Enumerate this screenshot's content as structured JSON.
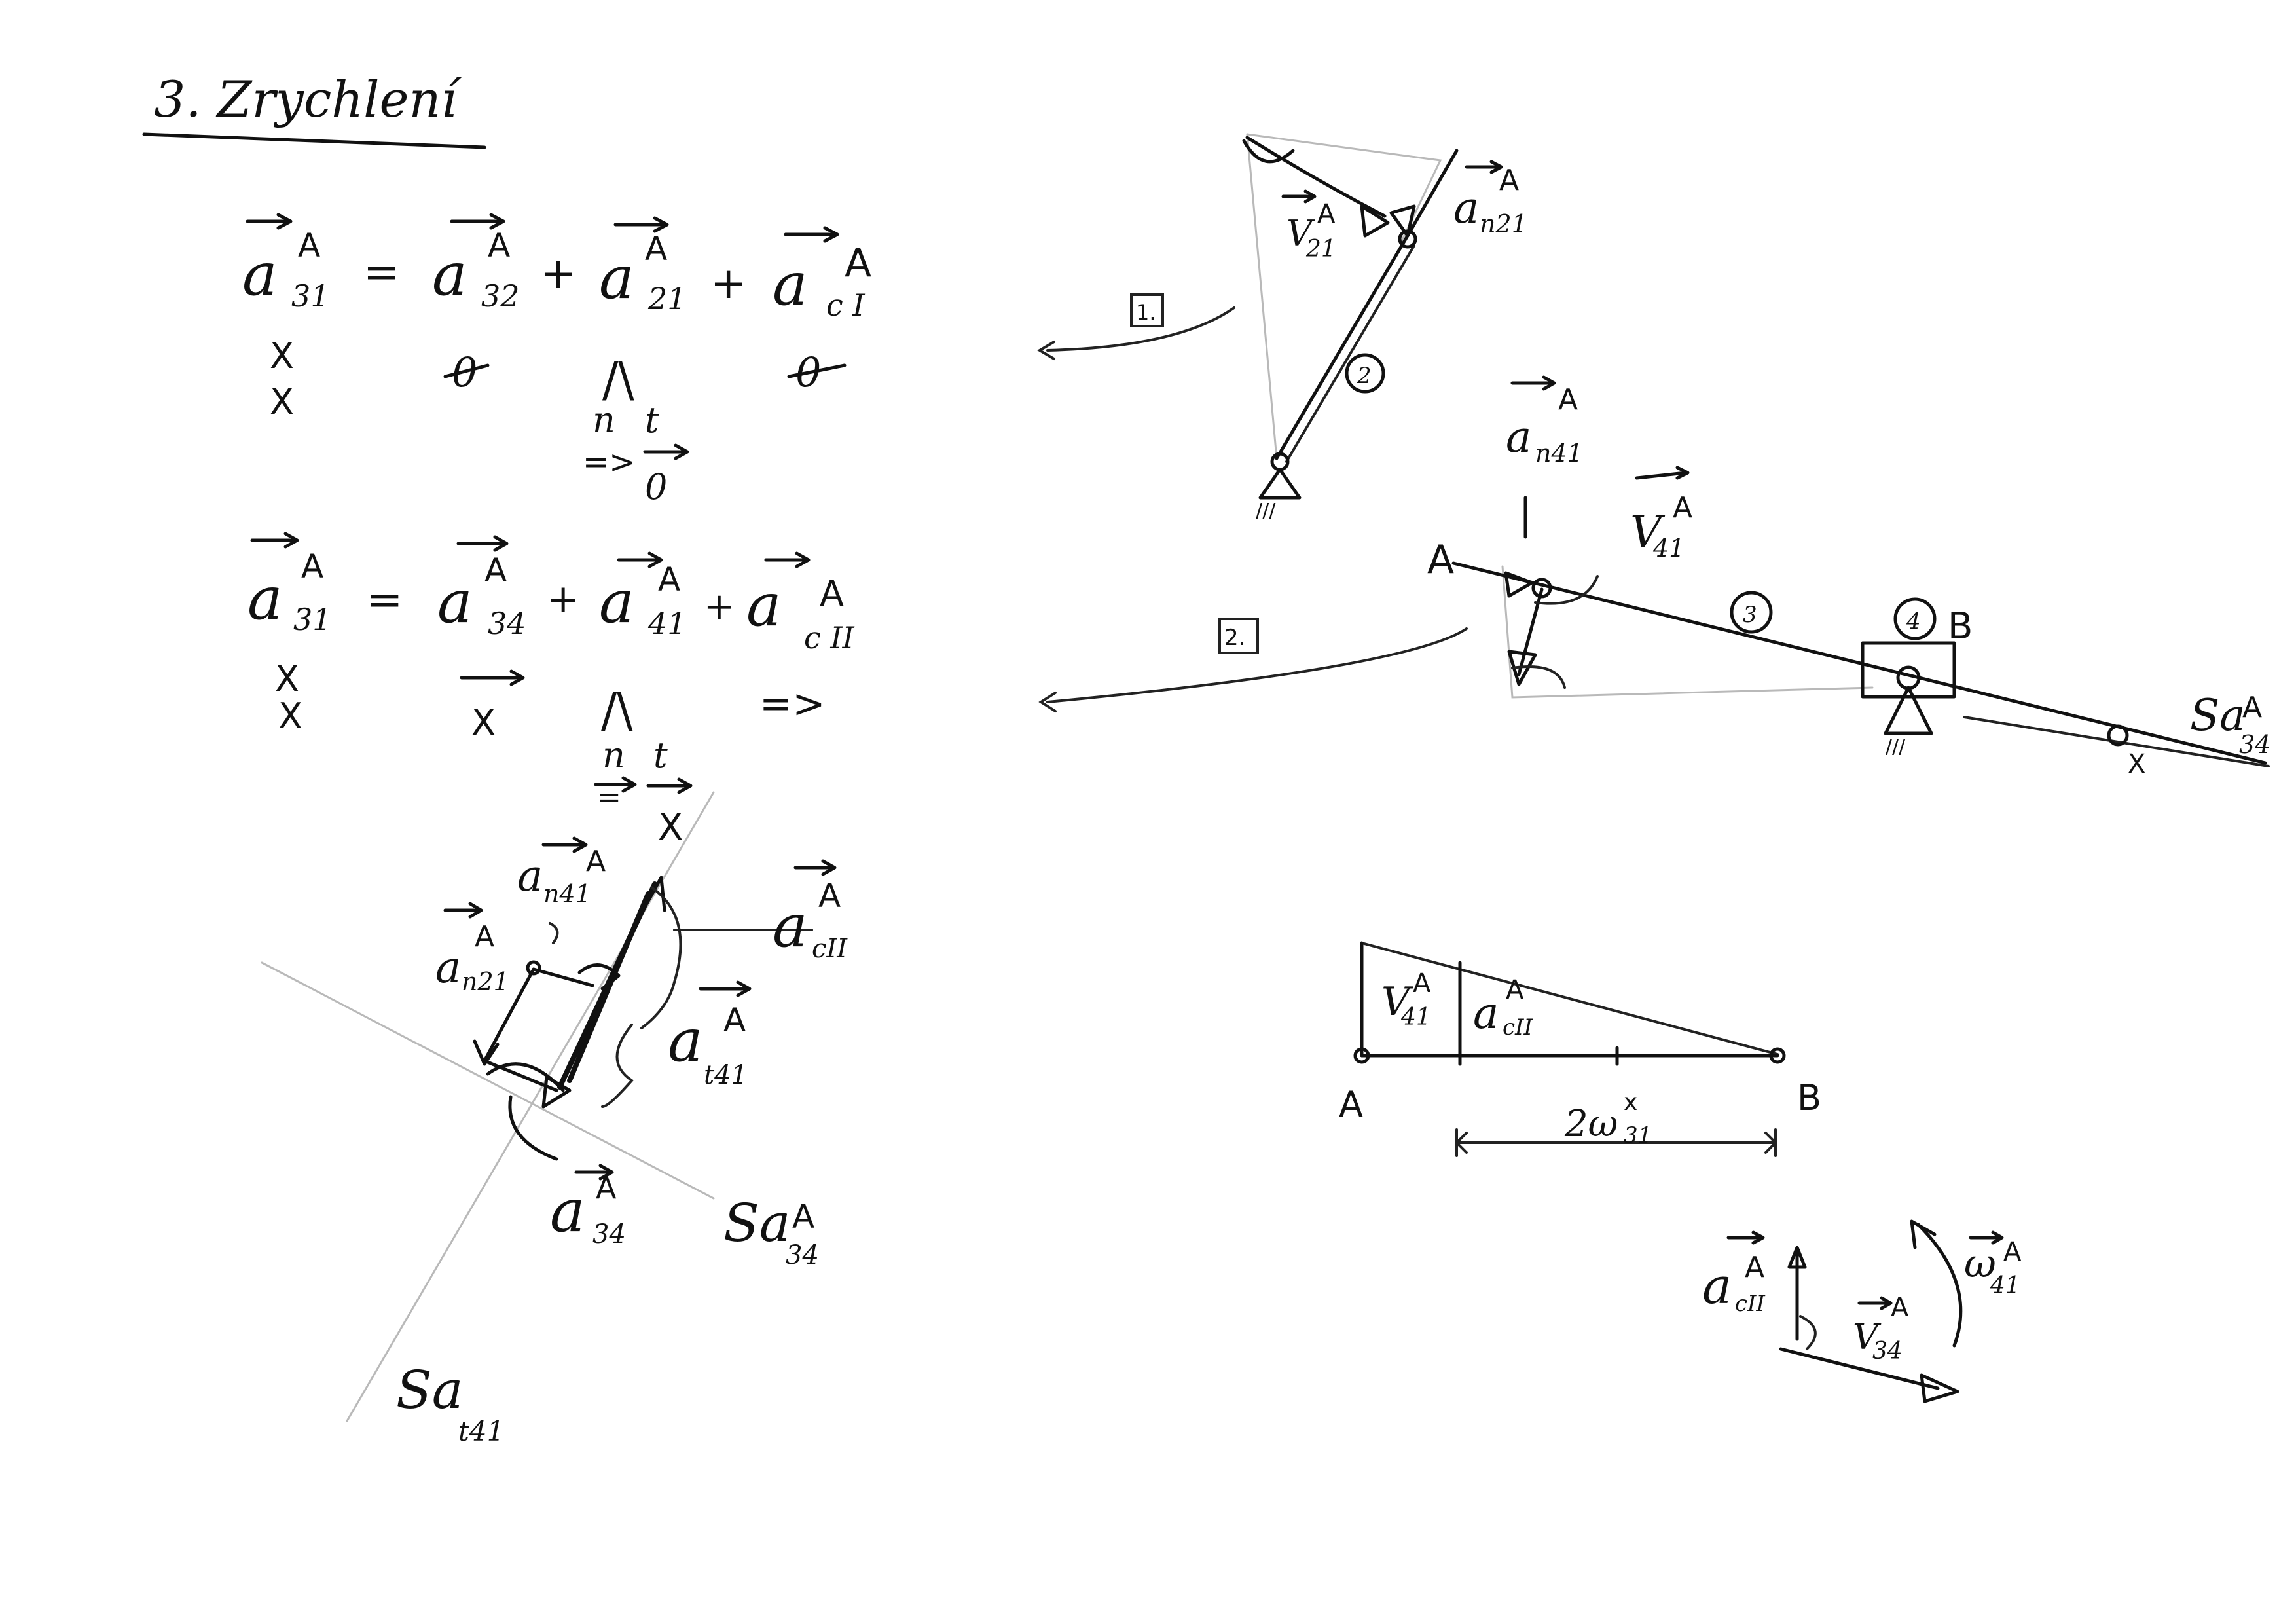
{
  "title": "3. Zrychlení",
  "eq1": {
    "lhs": {
      "base": "a",
      "sub": "31",
      "sup": "A"
    },
    "terms": [
      {
        "sign": "=",
        "base": "a",
        "sub": "32",
        "sup": "A"
      },
      {
        "sign": "+",
        "base": "a",
        "sub": "21",
        "sup": "A"
      },
      {
        "sign": "+",
        "base": "a",
        "sub": "c I",
        "sup": "A"
      }
    ],
    "row_mag": [
      "X",
      "0",
      "/\\",
      "0"
    ],
    "row_dir": [
      "X"
    ],
    "nt_labels": [
      "n",
      "t"
    ],
    "nt_marks": [
      "=>",
      "0"
    ]
  },
  "eq2": {
    "lhs": {
      "base": "a",
      "sub": "31",
      "sup": "A"
    },
    "terms": [
      {
        "sign": "=",
        "base": "a",
        "sub": "34",
        "sup": "A"
      },
      {
        "sign": "+",
        "base": "a",
        "sub": "41",
        "sup": "A"
      },
      {
        "sign": "+",
        "base": "a",
        "sub": "c II",
        "sup": "A"
      }
    ],
    "row_mag": [
      "X",
      "/\\",
      "=>"
    ],
    "row_dir": [
      "X",
      "X"
    ],
    "nt_labels": [
      "n",
      "t"
    ],
    "nt_marks": [
      "=",
      "X"
    ]
  },
  "polygon_labels": {
    "an41": {
      "base": "a",
      "sub": "n41",
      "sup": "A"
    },
    "an21": {
      "base": "a",
      "sub": "n21",
      "sup": "A"
    },
    "acII": {
      "base": "a",
      "sub": "cII",
      "sup": "A"
    },
    "at41": {
      "base": "a",
      "sub": "t41",
      "sup": "A"
    },
    "a34": {
      "base": "a",
      "sub": "34",
      "sup": "A"
    },
    "s_a34": {
      "base": "Sa",
      "sub": "34",
      "sup": "A"
    },
    "s_at41": {
      "base": "Sa",
      "sub": "t41"
    }
  },
  "mech1": {
    "v21": {
      "base": "V",
      "sub": "21",
      "sup": "A"
    },
    "an21": {
      "base": "a",
      "sub": "n21",
      "sup": "A"
    },
    "box_label": "1.",
    "link": "2",
    "ground": "///"
  },
  "mech2": {
    "point_A": "A",
    "point_B": "B",
    "an41": {
      "base": "a",
      "sub": "n41",
      "sup": "A"
    },
    "v41": {
      "base": "V",
      "sub": "41",
      "sup": "A"
    },
    "box_label": "2.",
    "link3": "3",
    "link4": "4",
    "sa34": {
      "base": "Sa",
      "sub": "34",
      "sup": "A"
    },
    "x_mark": "X",
    "ground": "///"
  },
  "triangle": {
    "v41": {
      "base": "V",
      "sub": "41",
      "sup": "A"
    },
    "acII": {
      "base": "a",
      "sub": "cII",
      "sup": "A"
    },
    "point_A": "A",
    "point_B": "B",
    "dim": {
      "base": "2ω",
      "sub": "31",
      "sup": "x"
    }
  },
  "coriolis": {
    "acII": {
      "base": "a",
      "sub": "cII",
      "sup": "A"
    },
    "v34": {
      "base": "V",
      "sub": "34",
      "sup": "A"
    },
    "w41": {
      "base": "ω",
      "sub": "41",
      "sup": "A"
    }
  }
}
